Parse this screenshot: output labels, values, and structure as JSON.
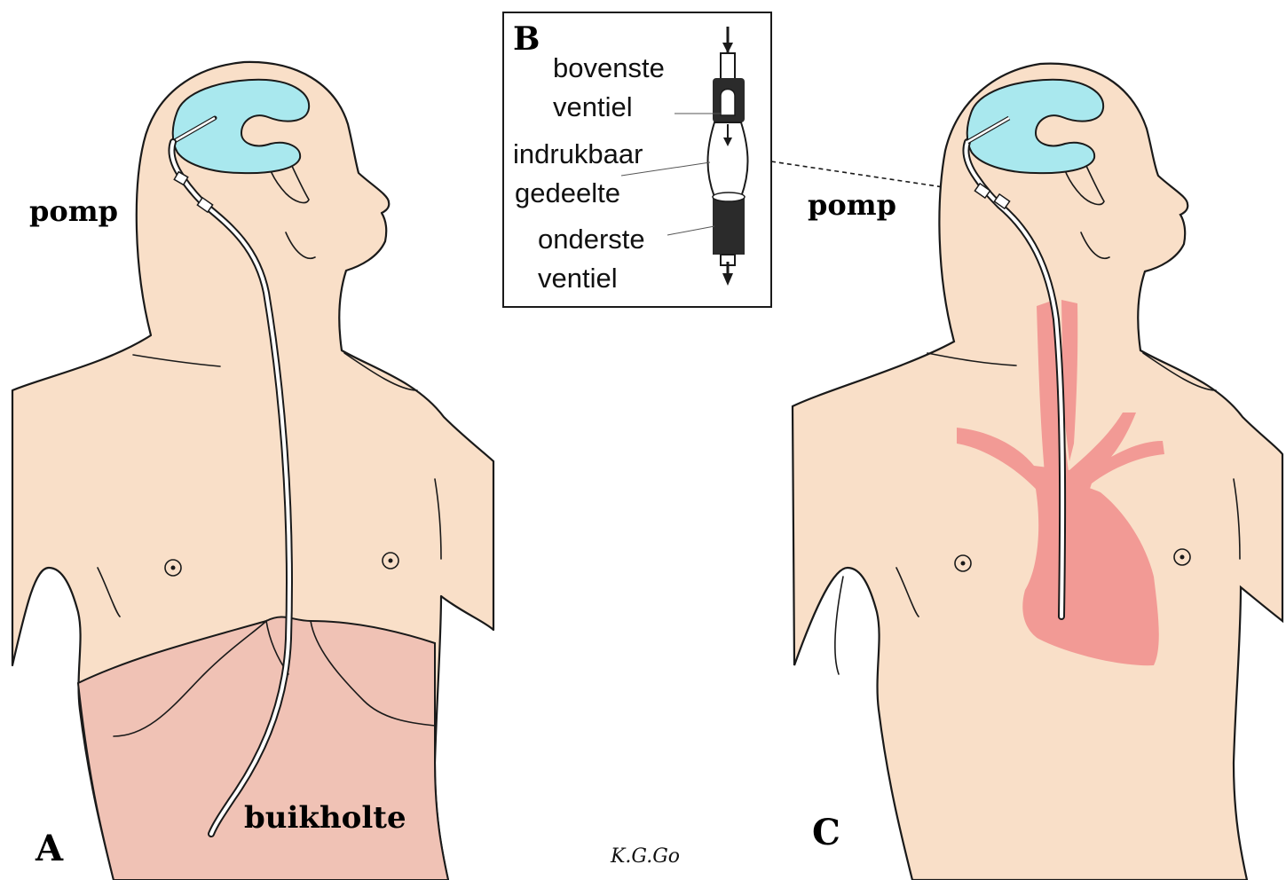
{
  "panels": {
    "a": {
      "letter": "A",
      "pump_label": "pomp",
      "cavity_label": "buikholte"
    },
    "b": {
      "letter": "B",
      "upper_valve_line1": "bovenste",
      "upper_valve_line2": "ventiel",
      "compressible_line1": "indrukbaar",
      "compressible_line2": "gedeelte",
      "lower_valve_line1": "onderste",
      "lower_valve_line2": "ventiel"
    },
    "c": {
      "letter": "C",
      "pump_label": "pomp"
    }
  },
  "signature": "K.G.Go",
  "colors": {
    "skin": "#f9dfc8",
    "ventricle": "#a9e8ee",
    "abdomen": "#f0c2b5",
    "heart": "#f29a95",
    "outline": "#1a1a1a"
  }
}
